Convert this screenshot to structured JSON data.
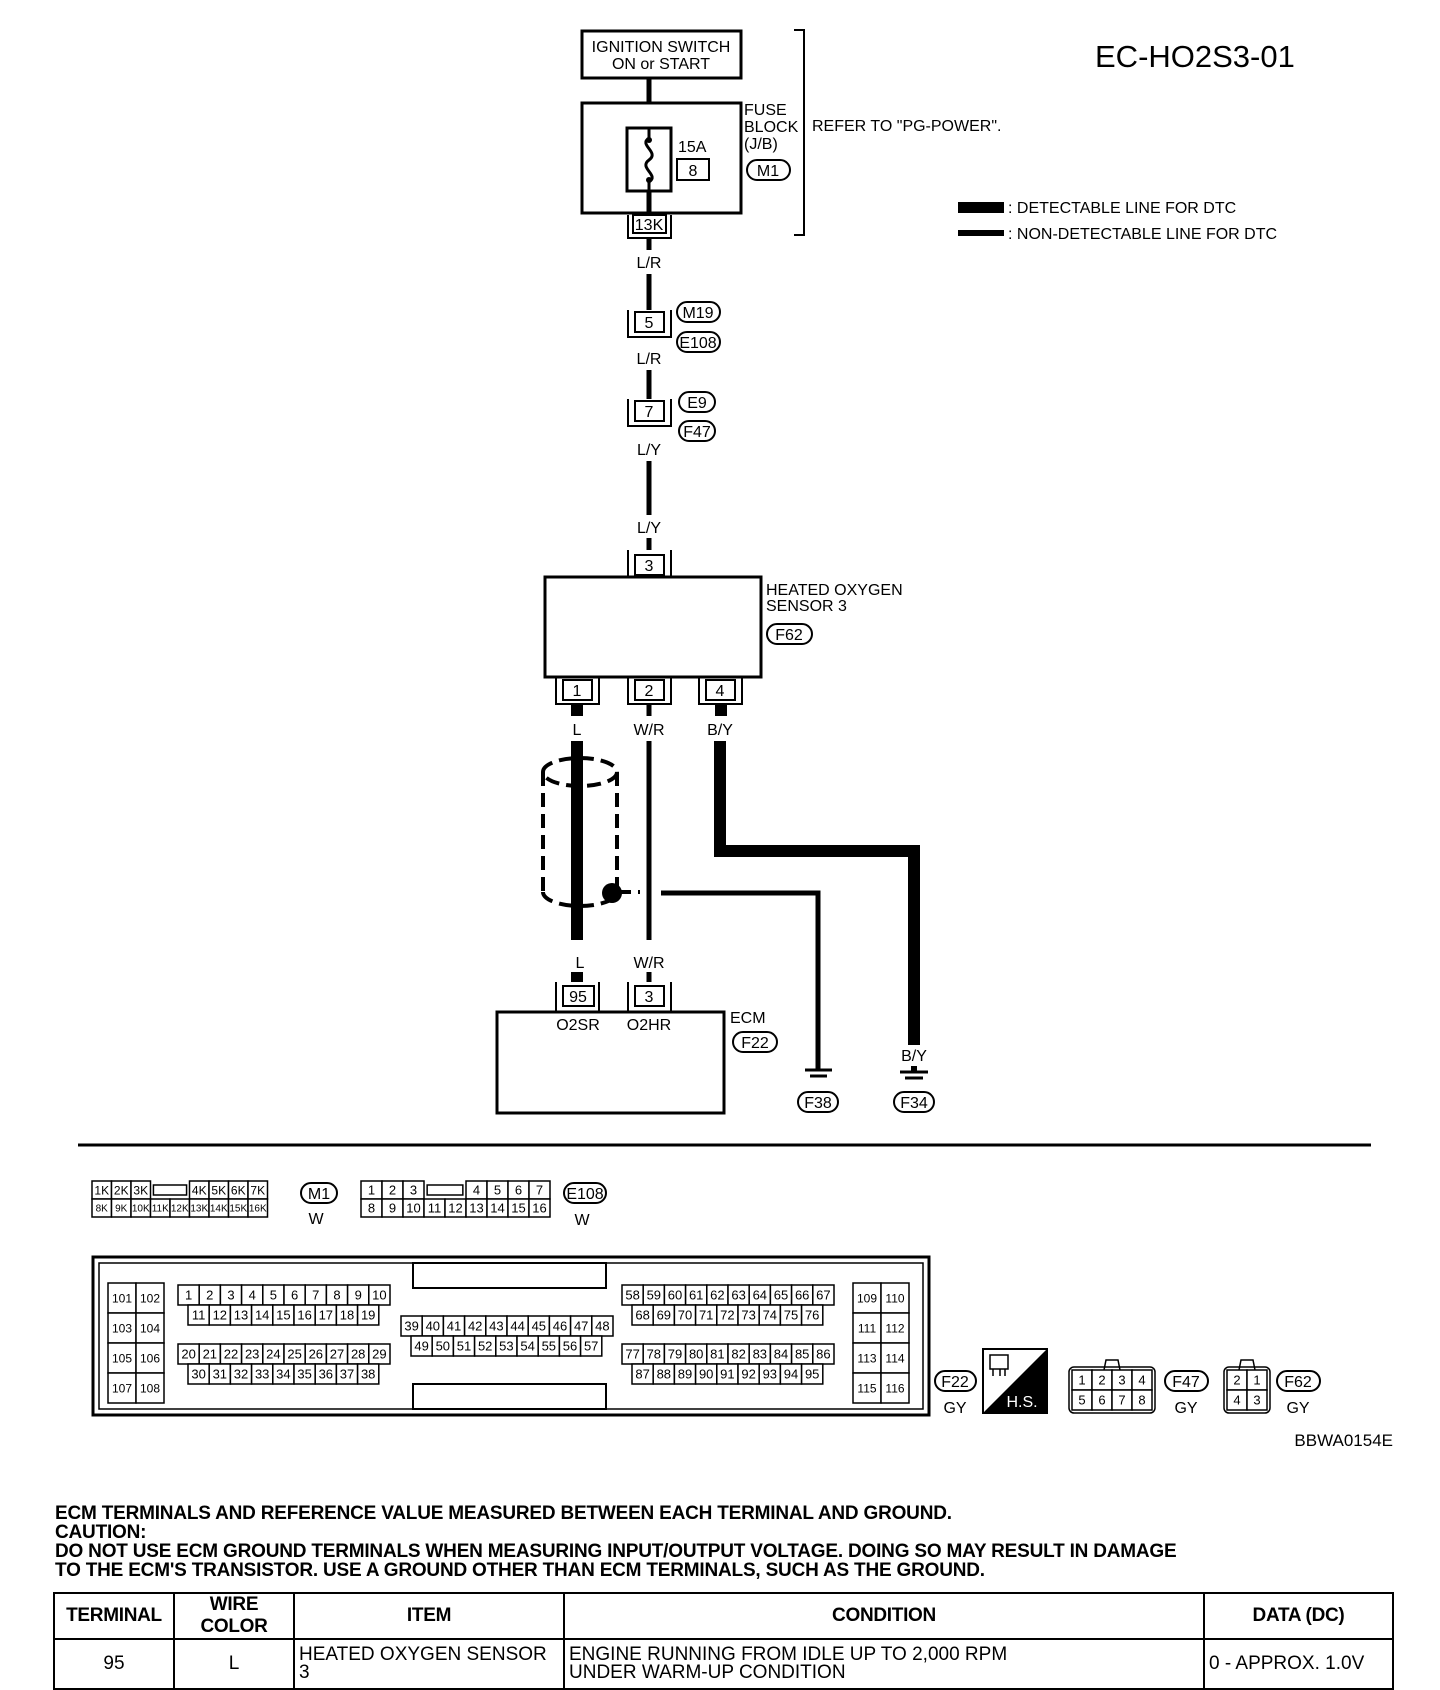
{
  "diagram_code": "EC-HO2S3-01",
  "figure_id": "BBWA0154E",
  "ignition_switch": {
    "line1": "IGNITION SWITCH",
    "line2": "ON or START"
  },
  "fuse_block": {
    "line1": "FUSE",
    "line2": "BLOCK",
    "line3": "(J/B)",
    "connector": "M1",
    "fuse_rating": "15A",
    "fuse_number": "8",
    "terminal": "13K"
  },
  "refer_note": "REFER TO \"PG-POWER\".",
  "legend": {
    "detectable": ": DETECTABLE LINE FOR DTC",
    "non_detectable": ": NON-DETECTABLE LINE FOR DTC"
  },
  "wires": {
    "lr_1": "L/R",
    "lr_2": "L/R",
    "ly_1": "L/Y",
    "ly_2": "L/Y",
    "l_1": "L",
    "l_2": "L",
    "wr_1": "W/R",
    "wr_2": "W/R",
    "by_1": "B/Y",
    "by_2": "B/Y"
  },
  "connector_m19": {
    "pin": "5",
    "id_top": "M19",
    "id_bottom": "E108"
  },
  "connector_e9": {
    "pin": "7",
    "id_top": "E9",
    "id_bottom": "F47"
  },
  "sensor": {
    "line1": "HEATED OXYGEN",
    "line2": "SENSOR 3",
    "connector": "F62",
    "pin_top": "3",
    "pin_1": "1",
    "pin_2": "2",
    "pin_4": "4"
  },
  "ecm": {
    "label": "ECM",
    "connector": "F22",
    "pin_o2sr": "95",
    "pin_o2hr": "3",
    "label_o2sr": "O2SR",
    "label_o2hr": "O2HR"
  },
  "grounds": {
    "g1": "F38",
    "g2": "F34"
  },
  "connector_views": {
    "m1": {
      "id": "M1",
      "color": "W",
      "row1": [
        "1K",
        "2K",
        "3K",
        "4K",
        "5K",
        "6K",
        "7K"
      ],
      "row2": [
        "8K",
        "9K",
        "10K",
        "11K",
        "12K",
        "13K",
        "14K",
        "15K",
        "16K"
      ]
    },
    "e108": {
      "id": "E108",
      "color": "W",
      "row1": [
        "1",
        "2",
        "3",
        "4",
        "5",
        "6",
        "7"
      ],
      "row2": [
        "8",
        "9",
        "10",
        "11",
        "12",
        "13",
        "14",
        "15",
        "16"
      ]
    },
    "f22": {
      "id": "F22",
      "color": "GY"
    },
    "hs_label": "H.S.",
    "f47": {
      "id": "F47",
      "color": "GY",
      "row1": [
        "1",
        "2",
        "3",
        "4"
      ],
      "row2": [
        "5",
        "6",
        "7",
        "8"
      ]
    },
    "f62": {
      "id": "F62",
      "color": "GY",
      "row1": [
        "2",
        "1"
      ],
      "row2": [
        "4",
        "3"
      ]
    }
  },
  "notes": {
    "line1": "ECM TERMINALS AND REFERENCE VALUE MEASURED BETWEEN EACH TERMINAL AND GROUND.",
    "line2": "CAUTION:",
    "line3": "DO NOT USE ECM GROUND TERMINALS WHEN MEASURING INPUT/OUTPUT VOLTAGE. DOING SO MAY RESULT IN DAMAGE",
    "line4": "TO THE ECM'S TRANSISTOR. USE A GROUND OTHER THAN ECM TERMINALS, SUCH AS THE GROUND."
  },
  "table": {
    "headers": [
      "TERMINAL",
      "WIRE COLOR",
      "ITEM",
      "CONDITION",
      "DATA (DC)"
    ],
    "rows": [
      {
        "terminal": "95",
        "wire_color": "L",
        "item_line1": "HEATED OXYGEN SENSOR",
        "item_line2": "3",
        "condition_line1": "ENGINE RUNNING FROM IDLE UP TO 2,000 RPM",
        "condition_line2": "UNDER WARM-UP CONDITION",
        "data": "0 - APPROX. 1.0V"
      }
    ]
  }
}
